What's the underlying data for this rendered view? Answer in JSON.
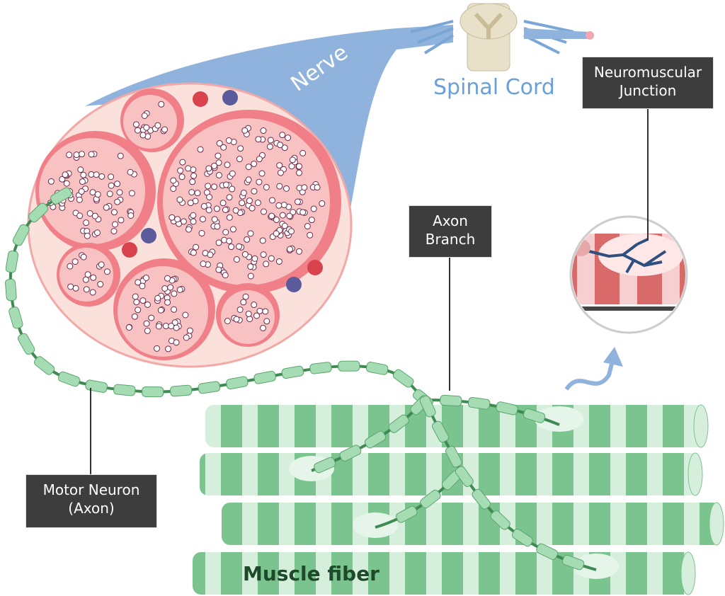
{
  "labels": {
    "nerve": "Nerve",
    "spinal_cord": "Spinal Cord",
    "neuromuscular_junction": [
      "Neuromuscular",
      "Junction"
    ],
    "axon_branch": [
      "Axon",
      "Branch"
    ],
    "motor_neuron": [
      "Motor Neuron",
      "(Axon)"
    ],
    "muscle_fiber": "Muscle fiber"
  },
  "colors": {
    "nerve_blue": "#8fb3dc",
    "spinal_cord_text": "#6b9fd8",
    "fascicle_pink": "#f8c2c2",
    "perineurium": "#f07f88",
    "muscle_dark": "#7cc48f",
    "muscle_light": "#d6efdc",
    "axon_segment": "#a5dcb4",
    "axon_line": "#3f8a52",
    "label_bg": "#3d3d3d"
  }
}
